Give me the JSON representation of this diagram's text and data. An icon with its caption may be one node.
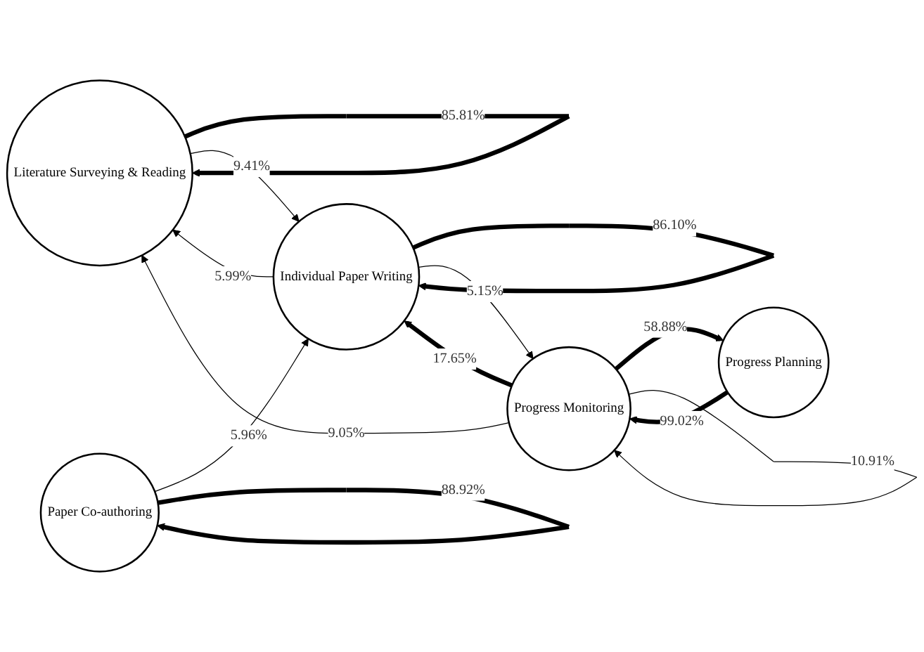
{
  "diagram": {
    "nodes": [
      {
        "text": [
          "Literature Surveying & Reading"
        ]
      },
      {
        "text": [
          "Individual Paper Writing"
        ]
      },
      {
        "text": [
          "Progress Planning"
        ]
      },
      {
        "text": [
          "Progress Monitoring"
        ]
      },
      {
        "text": [
          "Paper Co-authoring"
        ]
      }
    ],
    "edges": [
      {
        "from": 0,
        "to": 0,
        "arrow": "to",
        "label": "85.81%",
        "style": "thick"
      },
      {
        "from": 1,
        "to": 1,
        "arrow": "to",
        "label": "86.10%",
        "style": "thick"
      },
      {
        "from": 0,
        "to": 1,
        "arrow": "to",
        "label": "9.41%"
      },
      {
        "from": 1,
        "to": 0,
        "arrow": "to",
        "label": "5.99%"
      },
      {
        "from": 1,
        "to": 3,
        "arrow": "to",
        "label": "5.15%"
      },
      {
        "from": 3,
        "to": 1,
        "arrow": "to",
        "label": "17.65%",
        "style": "thick"
      },
      {
        "from": 3,
        "to": 0,
        "arrow": "to",
        "label": "9.05%"
      },
      {
        "from": 4,
        "to": 1,
        "arrow": "to",
        "label": "5.96%"
      },
      {
        "from": 2,
        "to": 3,
        "arrow": "to",
        "label": "99.02%",
        "style": "thick"
      },
      {
        "from": 3,
        "to": 2,
        "arrow": "to",
        "label": "58.88%",
        "style": "thick"
      },
      {
        "from": 3,
        "to": 3,
        "arrow": "to",
        "label": "10.91%"
      },
      {
        "from": 4,
        "to": 4,
        "arrow": "to",
        "label": "88.92%",
        "style": "thick"
      }
    ]
  }
}
